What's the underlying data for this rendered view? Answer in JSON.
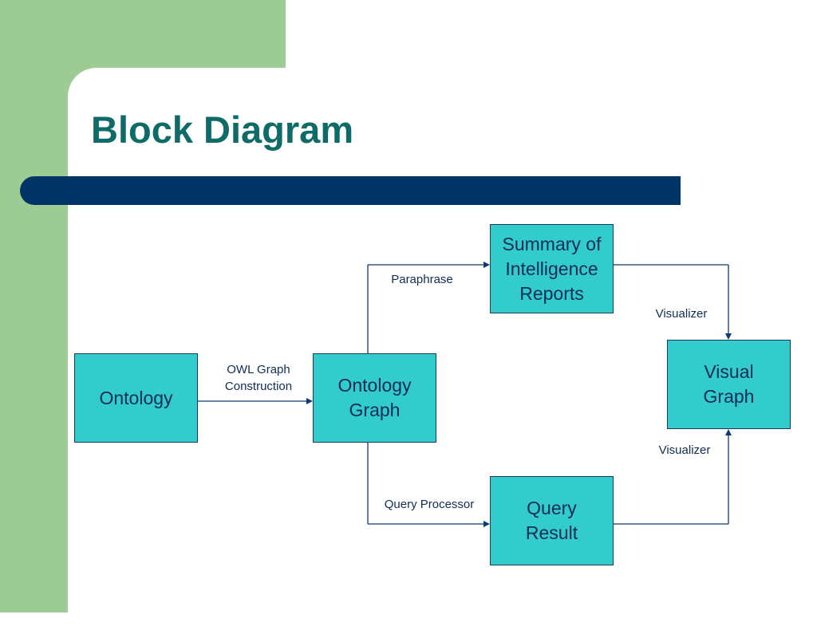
{
  "slide": {
    "title": "Block Diagram"
  },
  "diagram": {
    "nodes": {
      "ontology": "Ontology",
      "ontology_graph": "Ontology\nGraph",
      "summary": "Summary of\nIntelligence\nReports",
      "query_result": "Query\nResult",
      "visual_graph": "Visual\nGraph"
    },
    "edges": {
      "owl_graph_construction": "OWL Graph\nConstruction",
      "paraphrase": "Paraphrase",
      "query_processor": "Query Processor",
      "visualizer_top": "Visualizer",
      "visualizer_bottom": "Visualizer"
    }
  },
  "colors": {
    "background_panel": "#9ccc94",
    "title_text": "#0f6b67",
    "title_bar": "#003366",
    "box_fill": "#33cccc",
    "line": "#0e3a6e"
  }
}
